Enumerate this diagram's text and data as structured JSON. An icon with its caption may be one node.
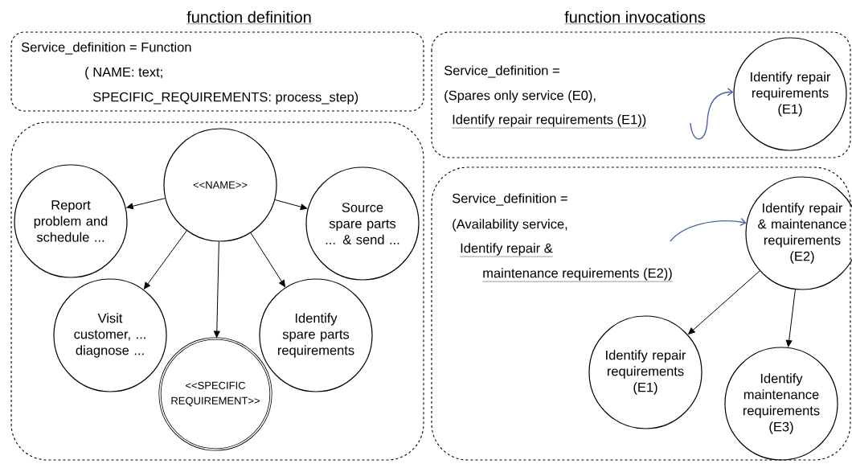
{
  "diagram": {
    "nodes": [
      {
        "text": [
          "Service_definition = Function",
          "( NAME: text;",
          "SPECIFIC_REQUIREMENTS: process_step)"
        ]
      },
      {
        "text": [],
        "shape": "box"
      },
      {
        "text": [
          "<<NAME>>"
        ],
        "in": 1
      },
      {
        "text": [
          "Report problem and schedule ..."
        ],
        "in": 1
      },
      {
        "text": [
          "Source spare parts ... & send ..."
        ],
        "in": 1
      },
      {
        "text": [
          "Visit customer, ... diagnose ..."
        ],
        "in": 1
      },
      {
        "text": [
          "<<SPECIFIC REQUIREMENT>>"
        ],
        "in": 1
      },
      {
        "text": [
          "Identify spare parts requirements"
        ],
        "in": 1
      },
      {
        "text": [
          "Service_definition =",
          "(Spares only service (E0),",
          "Identify repair requirements (E1))"
        ]
      },
      {
        "text": [
          "Identify repair requirements (E1)"
        ],
        "in": 8
      },
      {
        "text": [
          "Service_definition =",
          "(Availability service,",
          "Identify repair &",
          "maintenance requirements (E2))"
        ]
      },
      {
        "text": [
          "Identify repair & maintenance requirements (E2)"
        ],
        "in": 10
      },
      {
        "text": [
          "Identify repair requirements (E1)"
        ],
        "in": 10
      },
      {
        "text": [
          "Identify maintenance requirements (E3)"
        ],
        "in": 10
      }
    ],
    "edges": [
      {
        "from": 2,
        "to": 3,
        "arrow": "to"
      },
      {
        "from": 2,
        "to": 4,
        "arrow": "to"
      },
      {
        "from": 2,
        "to": 5,
        "arrow": "to"
      },
      {
        "from": 2,
        "to": 6,
        "arrow": "to"
      },
      {
        "from": 2,
        "to": 7,
        "arrow": "to"
      },
      {
        "from": null,
        "to": 9,
        "arrow": "to",
        "color": "#4a64b0"
      },
      {
        "from": null,
        "to": 11,
        "arrow": "to",
        "color": "#4a64b0"
      },
      {
        "from": 11,
        "to": 12,
        "arrow": "to"
      },
      {
        "from": 11,
        "to": 13,
        "arrow": "to"
      }
    ],
    "labels": [
      "function definition",
      "function invocations"
    ]
  }
}
